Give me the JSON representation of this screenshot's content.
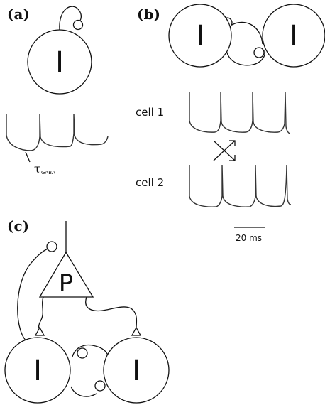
{
  "panels": {
    "a": {
      "label": "(a)",
      "cell_label": "I",
      "tau_symbol": "τ",
      "tau_subscript": "GABA"
    },
    "b": {
      "label": "(b)",
      "cell_labels": [
        "I",
        "I"
      ],
      "row1_label": "cell 1",
      "row2_label": "cell 2",
      "scale_bar_label": "20 ms"
    },
    "c": {
      "label": "(c)",
      "pyramidal_label": "P",
      "cell_labels": [
        "I",
        "I"
      ]
    }
  }
}
